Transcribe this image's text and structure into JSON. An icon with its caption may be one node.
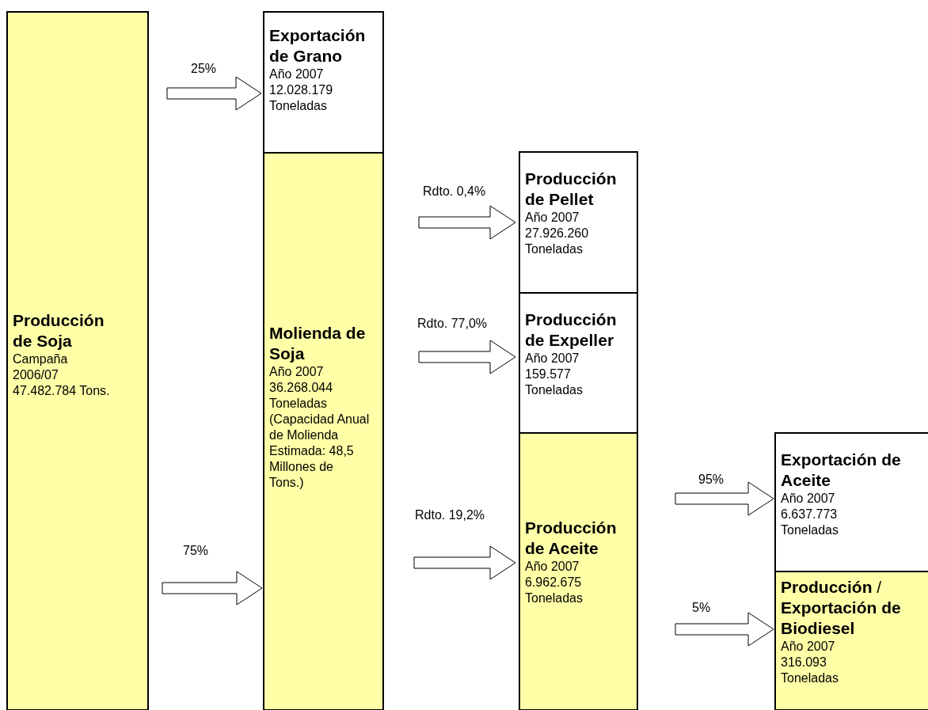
{
  "diagram": {
    "nodes": [
      {
        "text": [
          "Producción de Soja",
          "Campaña 2006/07 47.482.784 Tons."
        ]
      },
      {
        "text": [
          "Exportación de Grano",
          "Año 2007 12.028.179 Toneladas"
        ]
      },
      {
        "text": [
          "Molienda de Soja",
          "Año 2007 36.268.044 Toneladas (Capacidad Anual de Molienda Estimada: 48,5 Millones de Tons.)"
        ]
      },
      {
        "text": [
          "Producción de Pellet",
          "Año 2007 27.926.260 Toneladas"
        ]
      },
      {
        "text": [
          "Producción de Expeller",
          "Año 2007 159.577 Toneladas"
        ]
      },
      {
        "text": [
          "Producción de Aceite",
          "Año 2007 6.962.675 Toneladas"
        ]
      },
      {
        "text": [
          "Exportación de Aceite",
          "Año 2007 6.637.773 Toneladas"
        ]
      },
      {
        "text": [
          "**Producción** / **Exportación de Biodiesel**",
          "Año 2007 316.093 Toneladas"
        ]
      }
    ],
    "edges": [
      {
        "from": 0,
        "to": 1,
        "arrow": "to",
        "label": "25%"
      },
      {
        "from": 0,
        "to": 2,
        "arrow": "to",
        "label": "75%"
      },
      {
        "from": 2,
        "to": 3,
        "arrow": "to",
        "label": "Rdto. 0,4%"
      },
      {
        "from": 2,
        "to": 4,
        "arrow": "to",
        "label": "Rdto. 77,0%"
      },
      {
        "from": 2,
        "to": 5,
        "arrow": "to",
        "label": "Rdto. 19,2%"
      },
      {
        "from": 5,
        "to": 6,
        "arrow": "to",
        "label": "95%"
      },
      {
        "from": 5,
        "to": 7,
        "arrow": "to",
        "label": "5%"
      }
    ]
  }
}
